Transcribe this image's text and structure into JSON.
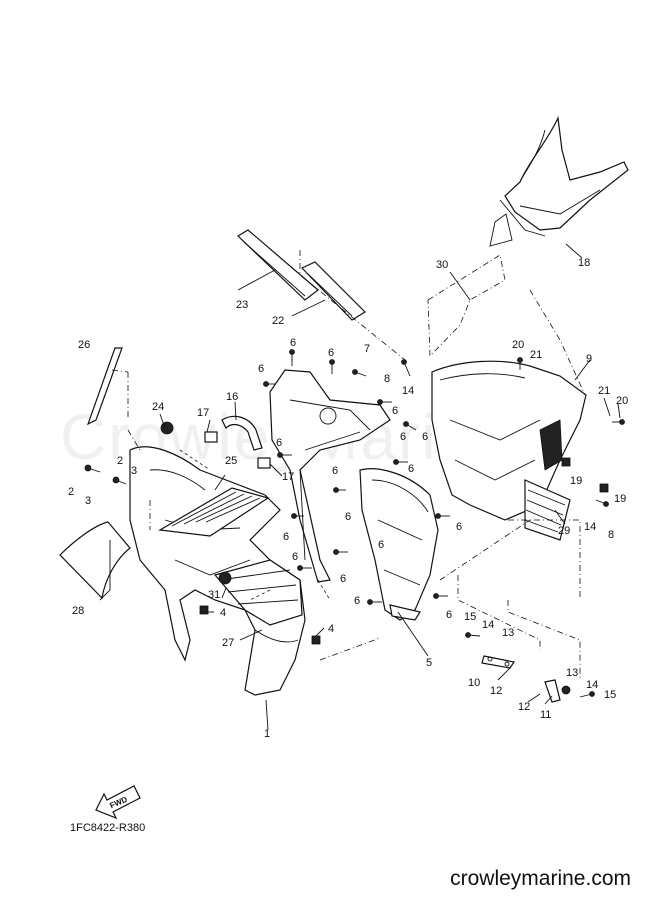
{
  "diagram": {
    "callouts": [
      {
        "text": "1"
      },
      {
        "text": "2"
      },
      {
        "text": "2"
      },
      {
        "text": "3"
      },
      {
        "text": "3"
      },
      {
        "text": "4"
      },
      {
        "text": "4"
      },
      {
        "text": "5"
      },
      {
        "text": "6"
      },
      {
        "text": "6"
      },
      {
        "text": "6"
      },
      {
        "text": "6"
      },
      {
        "text": "6"
      },
      {
        "text": "6"
      },
      {
        "text": "6"
      },
      {
        "text": "6"
      },
      {
        "text": "6"
      },
      {
        "text": "6"
      },
      {
        "text": "6"
      },
      {
        "text": "6"
      },
      {
        "text": "6"
      },
      {
        "text": "6"
      },
      {
        "text": "6"
      },
      {
        "text": "6"
      },
      {
        "text": "6"
      },
      {
        "text": "7"
      },
      {
        "text": "8"
      },
      {
        "text": "8"
      },
      {
        "text": "9"
      },
      {
        "text": "10"
      },
      {
        "text": "11"
      },
      {
        "text": "12"
      },
      {
        "text": "12"
      },
      {
        "text": "13"
      },
      {
        "text": "13"
      },
      {
        "text": "14"
      },
      {
        "text": "14"
      },
      {
        "text": "14"
      },
      {
        "text": "14"
      },
      {
        "text": "15"
      },
      {
        "text": "15"
      },
      {
        "text": "16"
      },
      {
        "text": "17"
      },
      {
        "text": "17"
      },
      {
        "text": "18"
      },
      {
        "text": "19"
      },
      {
        "text": "19"
      },
      {
        "text": "20"
      },
      {
        "text": "20"
      },
      {
        "text": "21"
      },
      {
        "text": "21"
      },
      {
        "text": "22"
      },
      {
        "text": "23"
      },
      {
        "text": "24"
      },
      {
        "text": "25"
      },
      {
        "text": "26"
      },
      {
        "text": "27"
      },
      {
        "text": "28"
      },
      {
        "text": "29"
      },
      {
        "text": "30"
      },
      {
        "text": "31"
      }
    ],
    "fwd_arrow_label": "FWD",
    "drawing_code": "1FC8422-R380",
    "watermark": "CrowleyMarine",
    "site_credit": "crowleymarine.com"
  }
}
